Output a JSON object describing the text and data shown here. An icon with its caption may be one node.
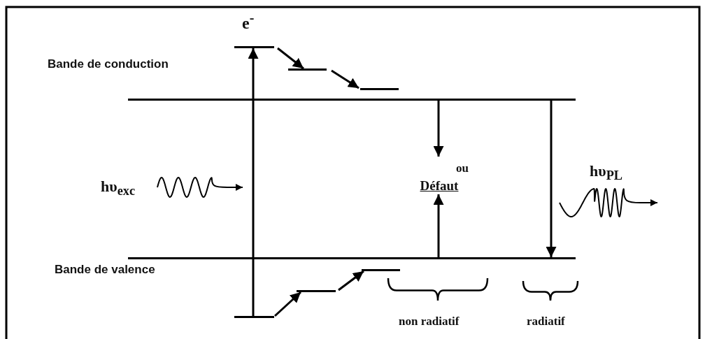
{
  "diagram": {
    "nodes": [
      {
        "text": [],
        "shape": "bar"
      },
      {
        "text": [],
        "shape": "bar"
      },
      {
        "text": [],
        "shape": "bar"
      },
      {
        "text": [],
        "shape": "bar"
      },
      {
        "text": [],
        "shape": "bar"
      },
      {
        "text": [],
        "shape": "bar"
      },
      {
        "text": [],
        "shape": "bar"
      },
      {
        "text": [],
        "shape": "bar"
      },
      {
        "text": [
          "Défaut"
        ]
      }
    ],
    "edges": [
      {
        "from": 5,
        "to": 2,
        "arrow": "to"
      },
      {
        "from": 2,
        "to": 3,
        "arrow": "to"
      },
      {
        "from": 3,
        "to": 4,
        "arrow": "to"
      },
      {
        "from": 5,
        "to": 6,
        "arrow": "to"
      },
      {
        "from": 6,
        "to": 7,
        "arrow": "to"
      },
      {
        "from": 0,
        "to": 8,
        "arrow": "to"
      },
      {
        "from": 1,
        "to": 8,
        "arrow": "to"
      },
      {
        "from": 0,
        "to": 1,
        "arrow": "to"
      }
    ],
    "labels": [
      "e$^{-}$",
      "Bande de conduction",
      "hυ$_{exc}$",
      "ou",
      "hυ$_{PL}$",
      "Bande de valence",
      "non radiatif",
      "radiatif"
    ]
  }
}
